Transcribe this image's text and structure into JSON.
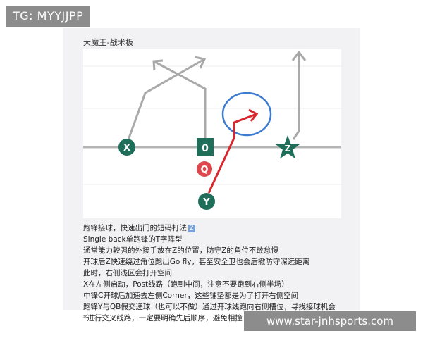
{
  "watermark": {
    "top_left": "TG: MYYJJPP",
    "bottom_right": "www.star-jnhsports.com"
  },
  "board": {
    "title": "大魔王-战术板",
    "players": {
      "x": "X",
      "center": "0",
      "q": "Q",
      "y": "Y",
      "z": "Z"
    },
    "colors": {
      "player_fill": "#1f6e5a",
      "route_gray": "#a9a9a9",
      "route_red": "#d9262e",
      "circle_blue": "#3c7bd0",
      "line_of_scrimmage": "#b5b5b5"
    }
  },
  "notes": {
    "line1": "跑锋接球，快速出门的短码打法",
    "line1_badge": "2",
    "line2": "Single back单跑锋的T字阵型",
    "line3": "通常能力较强的外接手放在Z的位置，防守Z的角位不敢怠慢",
    "line4": "开球后Z快速绕过角位跑出Go fly，甚至安全卫也会后撤防守深远距离",
    "line5": "此时，右侧浅区会打开空间",
    "line6": "X在左侧启动，Post线路（跑到中间，注意不要跑到右侧半场）",
    "line7": "中锋C开球后加速去左侧Corner，这些铺垫都是为了打开右侧空间",
    "line8": "跑锋Y与QB假交递球（也可以不做）通过开球线跑向右侧槽位，寻找接球机会",
    "line9": "*进行交叉线路，一定要明确先后顺序，避免相撞"
  }
}
